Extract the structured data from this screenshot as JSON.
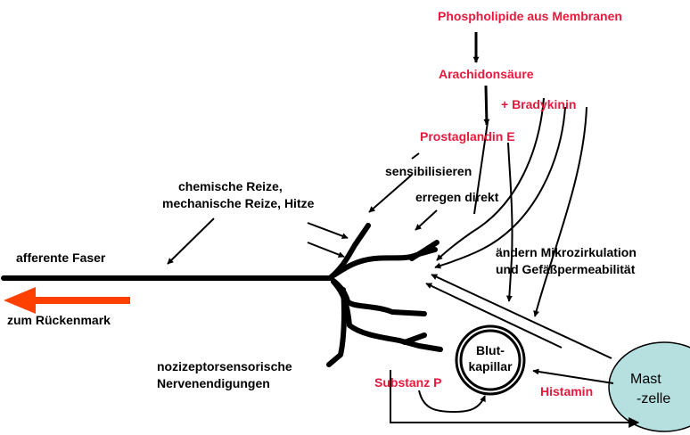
{
  "colors": {
    "label_red": "#e8193c",
    "arrow_orange": "#ff4000",
    "mast_cell_fill": "#b6e0e0",
    "line_black": "#000000"
  },
  "labels": {
    "phospholipide_bold": "Phospholipide",
    "phospholipide_rest": " aus Membranen",
    "arachidonsaeure": "Arachidonsäure",
    "bradykinin": "+ Bradykinin",
    "prostaglandin": "Prostaglandin E",
    "sensibilisieren": "sensibilisieren",
    "erregen_direkt": "erregen direkt",
    "chemische_reize": "chemische Reize,",
    "mechanische_reize": "mechanische Reize, Hitze",
    "afferente_faser": "afferente Faser",
    "zum_rueckenmark": "zum Rückenmark",
    "mikrozirkulation_1": "ändern Mikrozirkulation",
    "mikrozirkulation_2": "und Gefäßpermeabilität",
    "blut_1": "Blut-",
    "blut_2": "kapillar",
    "nozizeptor_1": "nozizeptorsensorische",
    "nozizeptor_2": "Nervenendigungen",
    "substanz_p": "Substanz P",
    "histamin": "Histamin",
    "mast_1": "Mast",
    "mast_2": "-zelle"
  }
}
